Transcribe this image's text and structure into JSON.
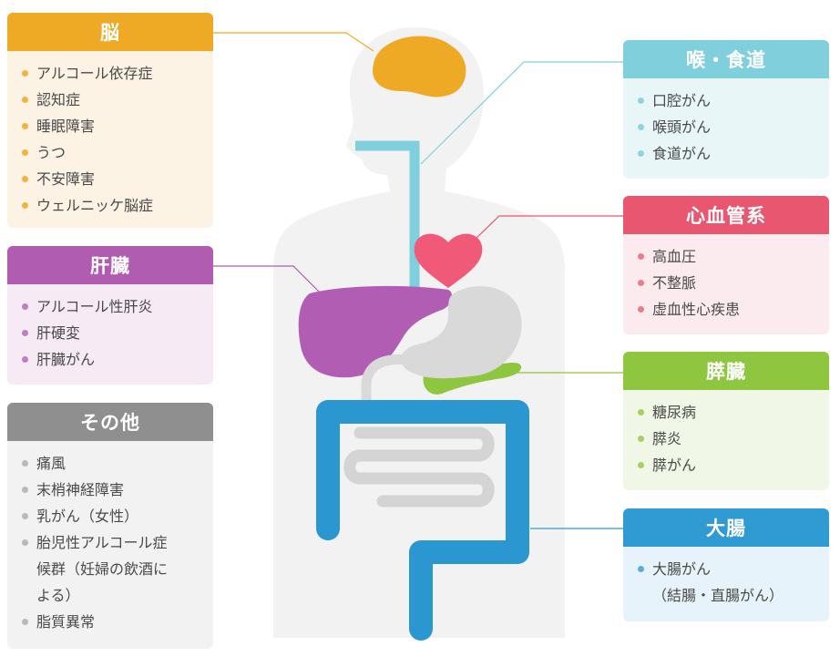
{
  "colors": {
    "brain": "#eea925",
    "liver": "#b05cb1",
    "other": "#8f8f8f",
    "throat": "#7fcfdd",
    "cardio": "#e9566f",
    "pancreas": "#8ec63f",
    "colon": "#2f9bd2",
    "body": "#f2f2f2",
    "organ_gray": "#d4d4d4"
  },
  "cards": {
    "brain": {
      "title": "脳",
      "items": [
        "アルコール依存症",
        "認知症",
        "睡眠障害",
        "うつ",
        "不安障害",
        "ウェルニッケ脳症"
      ]
    },
    "liver": {
      "title": "肝臓",
      "items": [
        "アルコール性肝炎",
        "肝硬変",
        "肝臓がん"
      ]
    },
    "other": {
      "title": "その他",
      "items": [
        "痛風",
        "末梢神経障害",
        "乳がん（女性）",
        "胎児性アルコール症\n候群（妊婦の飲酒に\nよる）",
        "脂質異常"
      ]
    },
    "throat": {
      "title": "喉・食道",
      "items": [
        "口腔がん",
        "喉頭がん",
        "食道がん"
      ]
    },
    "cardio": {
      "title": "心血管系",
      "items": [
        "高血圧",
        "不整脈",
        "虚血性心疾患"
      ]
    },
    "pancreas": {
      "title": "膵臓",
      "items": [
        "糖尿病",
        "膵炎",
        "膵がん"
      ]
    },
    "colon": {
      "title": "大腸",
      "items": [
        "大腸がん\n（結腸・直腸がん）"
      ]
    }
  }
}
